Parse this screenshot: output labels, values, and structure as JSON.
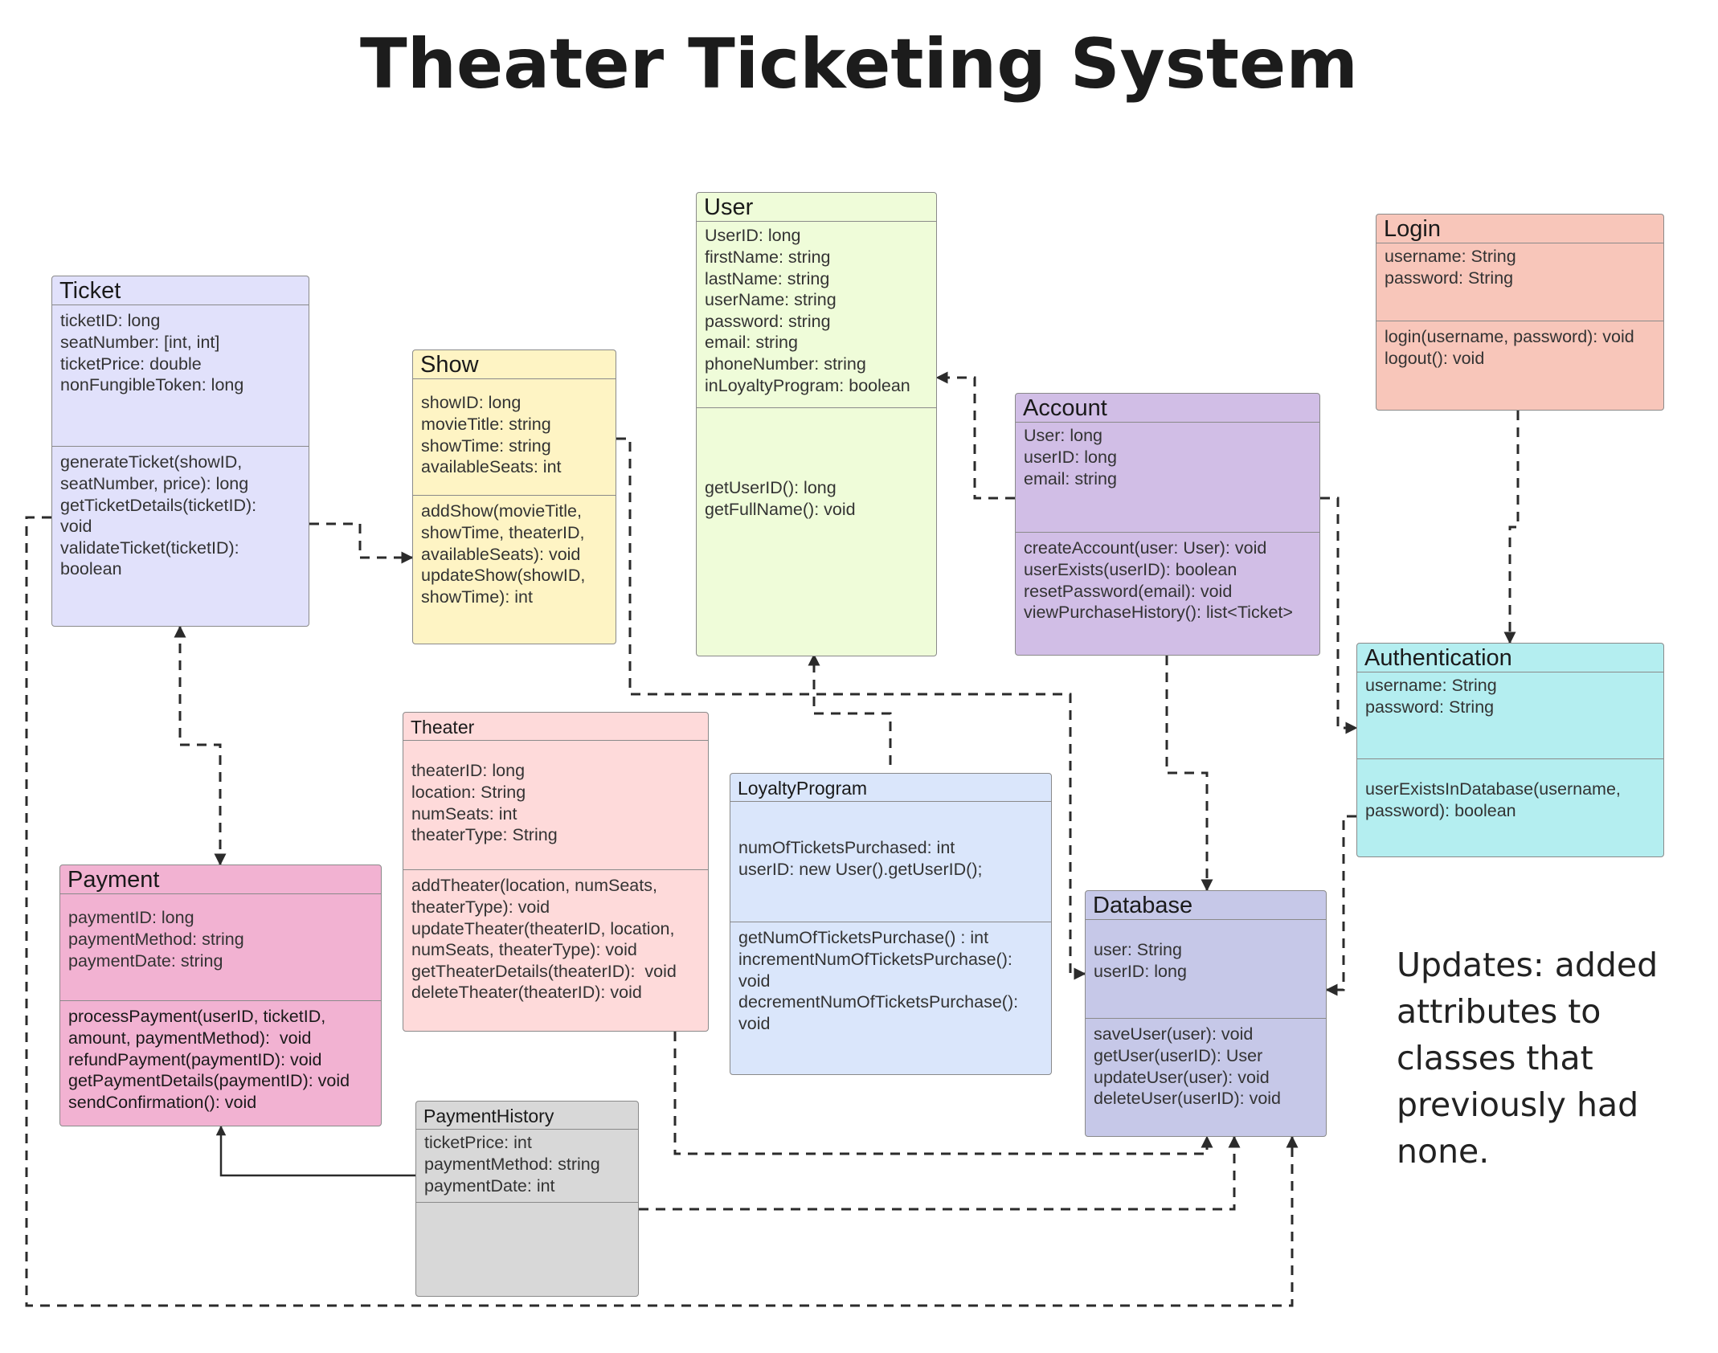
{
  "title": "Theater Ticketing System",
  "colors": {
    "ticket": "#e1e1fb",
    "show": "#fef4c4",
    "user": "#effcd9",
    "account": "#d1bee6",
    "login": "#f8c6ba",
    "authentication": "#b4eef0",
    "theater": "#fedada",
    "loyalty": "#dae6fb",
    "payment": "#f2b2d2",
    "database": "#c6c8e8",
    "paymenthistory": "#d8d8d8",
    "edge": "#2b2b2b"
  },
  "classes": {
    "ticket": {
      "name": "Ticket",
      "attributes": [
        "ticketID: long",
        "seatNumber: [int, int]",
        "ticketPrice: double",
        "nonFungibleToken: long"
      ],
      "methods": [
        "generateTicket(showID,",
        "seatNumber, price): long",
        "getTicketDetails(ticketID):",
        "void",
        "validateTicket(ticketID):",
        "boolean"
      ]
    },
    "show": {
      "name": "Show",
      "attributes": [
        "showID: long",
        "movieTitle: string",
        "showTime: string",
        "availableSeats: int"
      ],
      "methods": [
        "addShow(movieTitle,",
        "showTime, theaterID,",
        "availableSeats): void",
        "updateShow(showID,",
        "showTime): int"
      ]
    },
    "user": {
      "name": "User",
      "attributes": [
        "UserID: long",
        "firstName: string",
        "lastName: string",
        "userName: string",
        "password: string",
        "email: string",
        "phoneNumber: string",
        "inLoyaltyProgram: boolean"
      ],
      "methods": [
        "getUserID(): long",
        "getFullName(): void"
      ]
    },
    "login": {
      "name": "Login",
      "attributes": [
        "username: String",
        "password: String"
      ],
      "methods": [
        "login(username, password): void",
        "logout(): void"
      ]
    },
    "account": {
      "name": "Account",
      "attributes": [
        "User: long",
        "userID: long",
        "email: string"
      ],
      "methods": [
        "createAccount(user: User): void",
        "userExists(userID): boolean",
        "resetPassword(email): void",
        "viewPurchaseHistory(): list<Ticket>"
      ]
    },
    "authentication": {
      "name": "Authentication",
      "attributes": [
        "username: String",
        "password: String"
      ],
      "methods": [
        "userExistsInDatabase(username,",
        "password): boolean"
      ]
    },
    "theater": {
      "name": "Theater",
      "attributes": [
        "theaterID: long",
        "location: String",
        "numSeats: int",
        "theaterType: String"
      ],
      "methods": [
        "addTheater(location, numSeats,",
        "theaterType): void",
        "updateTheater(theaterID, location,",
        "numSeats, theaterType): void",
        "getTheaterDetails(theaterID):  void",
        "deleteTheater(theaterID): void"
      ]
    },
    "loyalty": {
      "name": "LoyaltyProgram",
      "attributes": [
        "numOfTicketsPurchased: int",
        "userID: new User().getUserID();"
      ],
      "methods": [
        "getNumOfTicketsPurchase() : int",
        "incrementNumOfTicketsPurchase():",
        "void",
        "decrementNumOfTicketsPurchase():",
        "void"
      ]
    },
    "payment": {
      "name": "Payment",
      "attributes": [
        "paymentID: long",
        "paymentMethod: string",
        "paymentDate: string"
      ],
      "methods": [
        "processPayment(userID, ticketID,",
        "amount, paymentMethod):  void",
        "refundPayment(paymentID): void",
        "getPaymentDetails(paymentID): void",
        "sendConfirmation(): void"
      ]
    },
    "database": {
      "name": "Database",
      "attributes": [
        "user: String",
        "userID: long"
      ],
      "methods": [
        "saveUser(user): void",
        "getUser(userID): User",
        "updateUser(user): void",
        "deleteUser(userID): void"
      ]
    },
    "paymenthistory": {
      "name": "PaymentHistory",
      "attributes": [
        "ticketPrice: int",
        "paymentMethod: string",
        "paymentDate: int"
      ],
      "methods": []
    }
  },
  "note": "Updates: added attributes to classes that previously had none."
}
